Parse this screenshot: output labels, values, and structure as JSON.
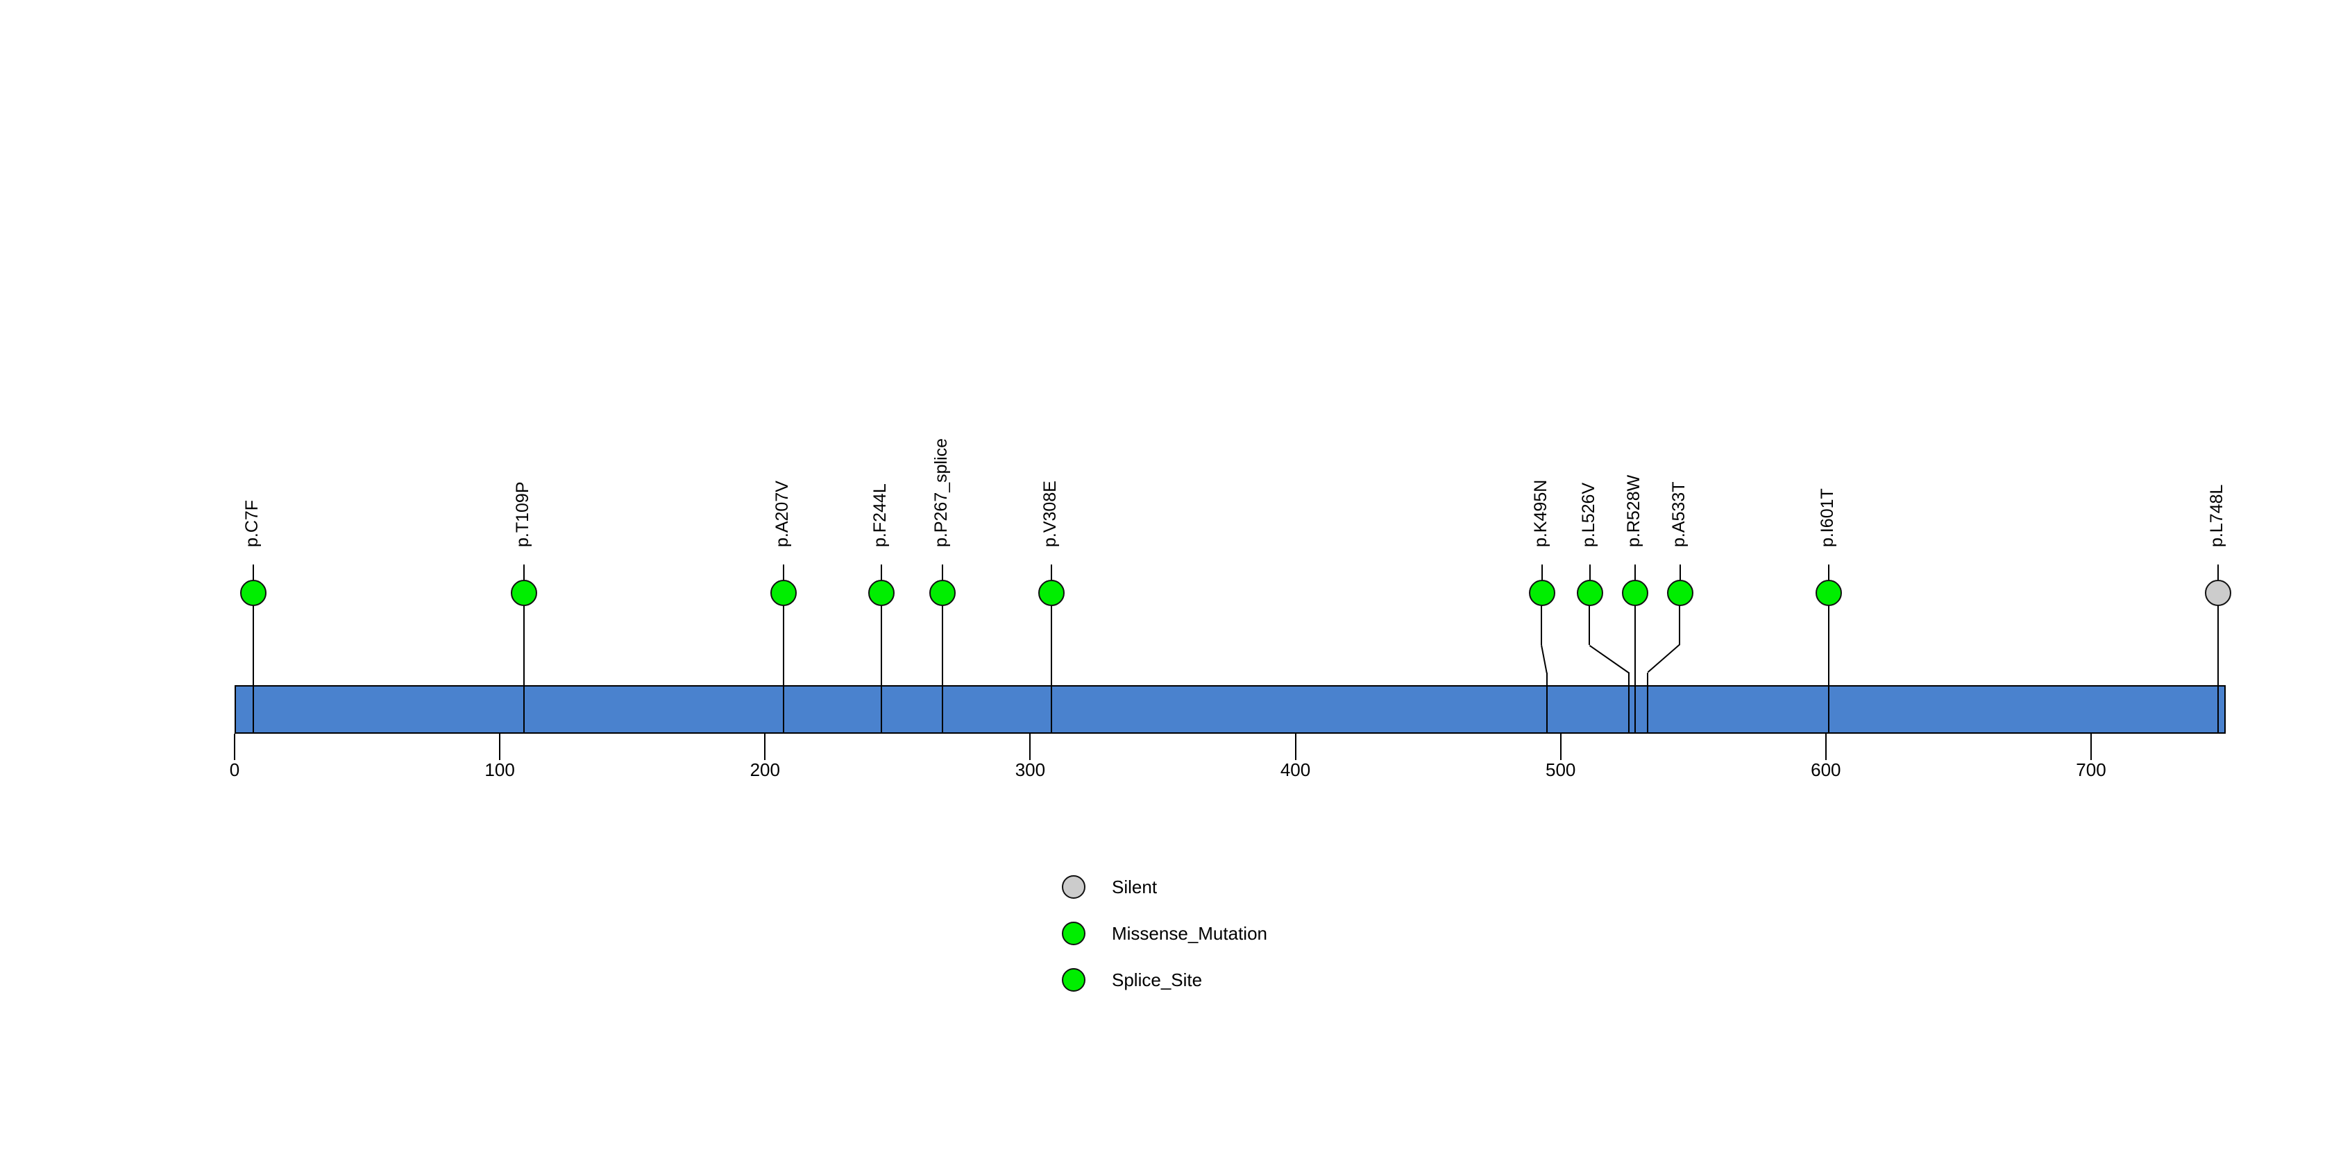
{
  "chart_data": {
    "type": "lollipop",
    "title": "",
    "xlabel": "",
    "ylabel": "",
    "xlim": [
      0,
      760
    ],
    "grid": false,
    "protein_length": 760,
    "protein_bar_color": "#4a82ce",
    "axis_ticks": [
      {
        "value": 0,
        "label": "0"
      },
      {
        "value": 100,
        "label": "100"
      },
      {
        "value": 200,
        "label": "200"
      },
      {
        "value": 300,
        "label": "300"
      },
      {
        "value": 400,
        "label": "400"
      },
      {
        "value": 500,
        "label": "500"
      },
      {
        "value": 600,
        "label": "600"
      },
      {
        "value": 700,
        "label": "700"
      }
    ],
    "mutations": [
      {
        "label": "p.C7F",
        "position": 7,
        "count": 1,
        "class": "Missense_Mutation",
        "color": "#00ee00",
        "label_position": 7
      },
      {
        "label": "p.T109P",
        "position": 109,
        "count": 1,
        "class": "Missense_Mutation",
        "color": "#00ee00",
        "label_position": 109
      },
      {
        "label": "p.A207V",
        "position": 207,
        "count": 1,
        "class": "Missense_Mutation",
        "color": "#00ee00",
        "label_position": 207
      },
      {
        "label": "p.F244L",
        "position": 244,
        "count": 1,
        "class": "Missense_Mutation",
        "color": "#00ee00",
        "label_position": 244
      },
      {
        "label": "p.P267_splice",
        "position": 267,
        "count": 1,
        "class": "Splice_Site",
        "color": "#00ee00",
        "label_position": 267
      },
      {
        "label": "p.V308E",
        "position": 308,
        "count": 1,
        "class": "Missense_Mutation",
        "color": "#00ee00",
        "label_position": 308
      },
      {
        "label": "p.K495N",
        "position": 495,
        "count": 1,
        "class": "Missense_Mutation",
        "color": "#00ee00",
        "label_position": 493
      },
      {
        "label": "p.L526V",
        "position": 526,
        "count": 1,
        "class": "Missense_Mutation",
        "color": "#00ee00",
        "label_position": 511
      },
      {
        "label": "p.R528W",
        "position": 528,
        "count": 1,
        "class": "Missense_Mutation",
        "color": "#00ee00",
        "label_position": 528
      },
      {
        "label": "p.A533T",
        "position": 533,
        "count": 1,
        "class": "Missense_Mutation",
        "color": "#00ee00",
        "label_position": 545
      },
      {
        "label": "p.I601T",
        "position": 601,
        "count": 1,
        "class": "Missense_Mutation",
        "color": "#00ee00",
        "label_position": 601
      },
      {
        "label": "p.L748L",
        "position": 748,
        "count": 1,
        "class": "Silent",
        "color": "#cccccc",
        "label_position": 748
      }
    ],
    "legend": {
      "position": "bottom-center",
      "entries": [
        {
          "label": "Silent",
          "color": "#cccccc"
        },
        {
          "label": "Missense_Mutation",
          "color": "#00ee00"
        },
        {
          "label": "Splice_Site",
          "color": "#00ee00"
        }
      ]
    }
  }
}
